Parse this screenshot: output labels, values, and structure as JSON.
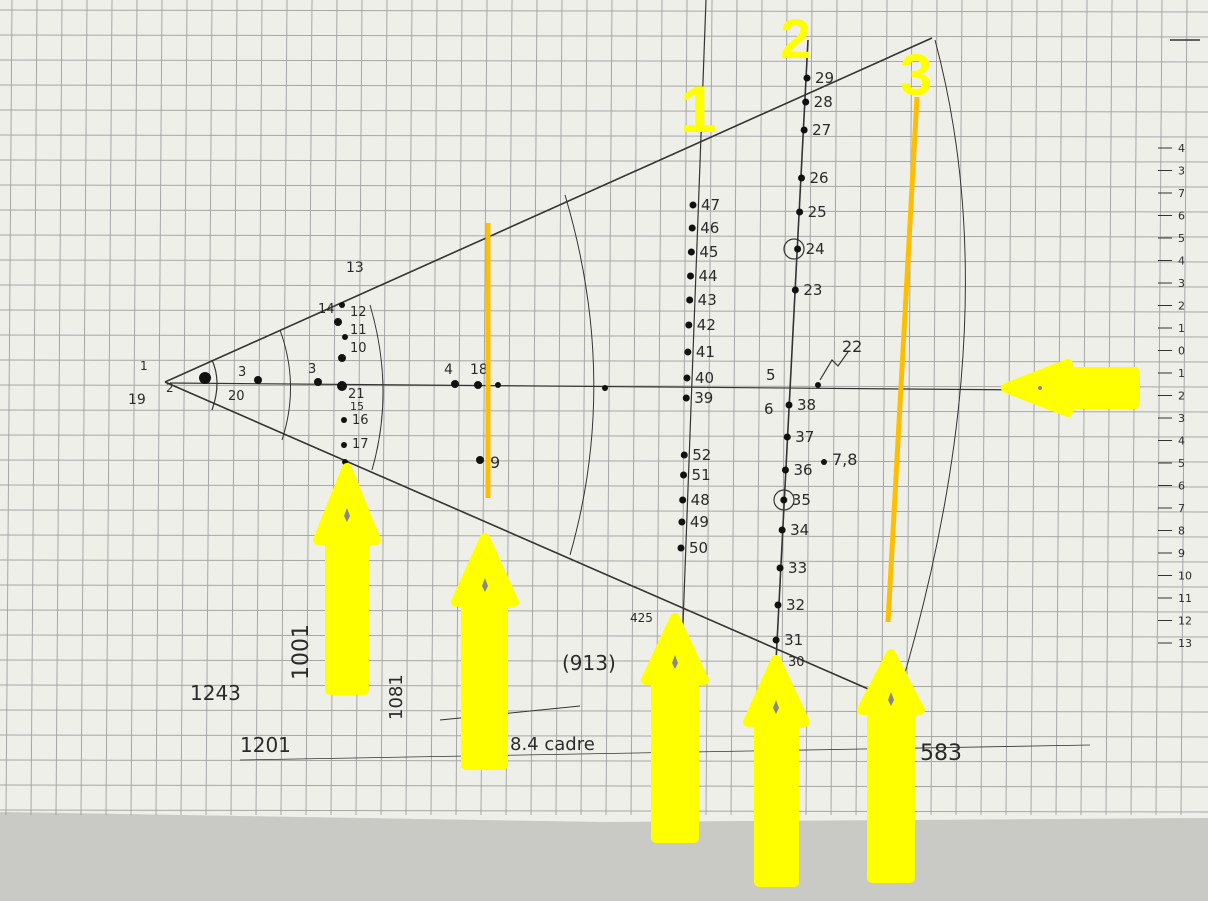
{
  "line_labels": {
    "line1": "1",
    "line2": "2",
    "line3": "3"
  },
  "colors": {
    "paper": "#f2f2ee",
    "grid": "#9a9a9a",
    "pencil": "#333333",
    "arrow": "#ffff00",
    "orange_line": "#ffbf00",
    "label": "#ffff00"
  },
  "annotations": {
    "n1243": "1243",
    "n1201": "1201",
    "n1001": "1001",
    "n1081": "1081",
    "n913": "(913)",
    "n583": "583",
    "cadence": "8.4 cadre",
    "n425": "425",
    "n30": "30",
    "n22": "22",
    "n78": "7,8",
    "n19": "19",
    "n2": "2",
    "n1": "1",
    "n13": "13",
    "n14": "14",
    "n12": "12",
    "n11": "11",
    "n10": "10",
    "n3a": "3",
    "n3b": "3",
    "n20": "20",
    "n21": "21",
    "n15": "15",
    "n16": "16",
    "n17": "17",
    "n4": "4",
    "n18": "18",
    "n9": "9",
    "n5": "5",
    "n6": "6"
  },
  "col1_points": [
    "47",
    "46",
    "45",
    "44",
    "43",
    "42",
    "41",
    "40",
    "39",
    "52",
    "51",
    "48",
    "49",
    "50"
  ],
  "col2_points": [
    "29",
    "28",
    "27",
    "26",
    "25",
    "24",
    "23",
    "38",
    "37",
    "36",
    "35",
    "34",
    "33",
    "32",
    "31"
  ],
  "axis_scale": [
    "4",
    "3",
    "7",
    "6",
    "5",
    "4",
    "3",
    "2",
    "1",
    "0",
    "1",
    "2",
    "3",
    "4",
    "5",
    "6",
    "7",
    "8",
    "9",
    "10",
    "11",
    "12",
    "13"
  ]
}
